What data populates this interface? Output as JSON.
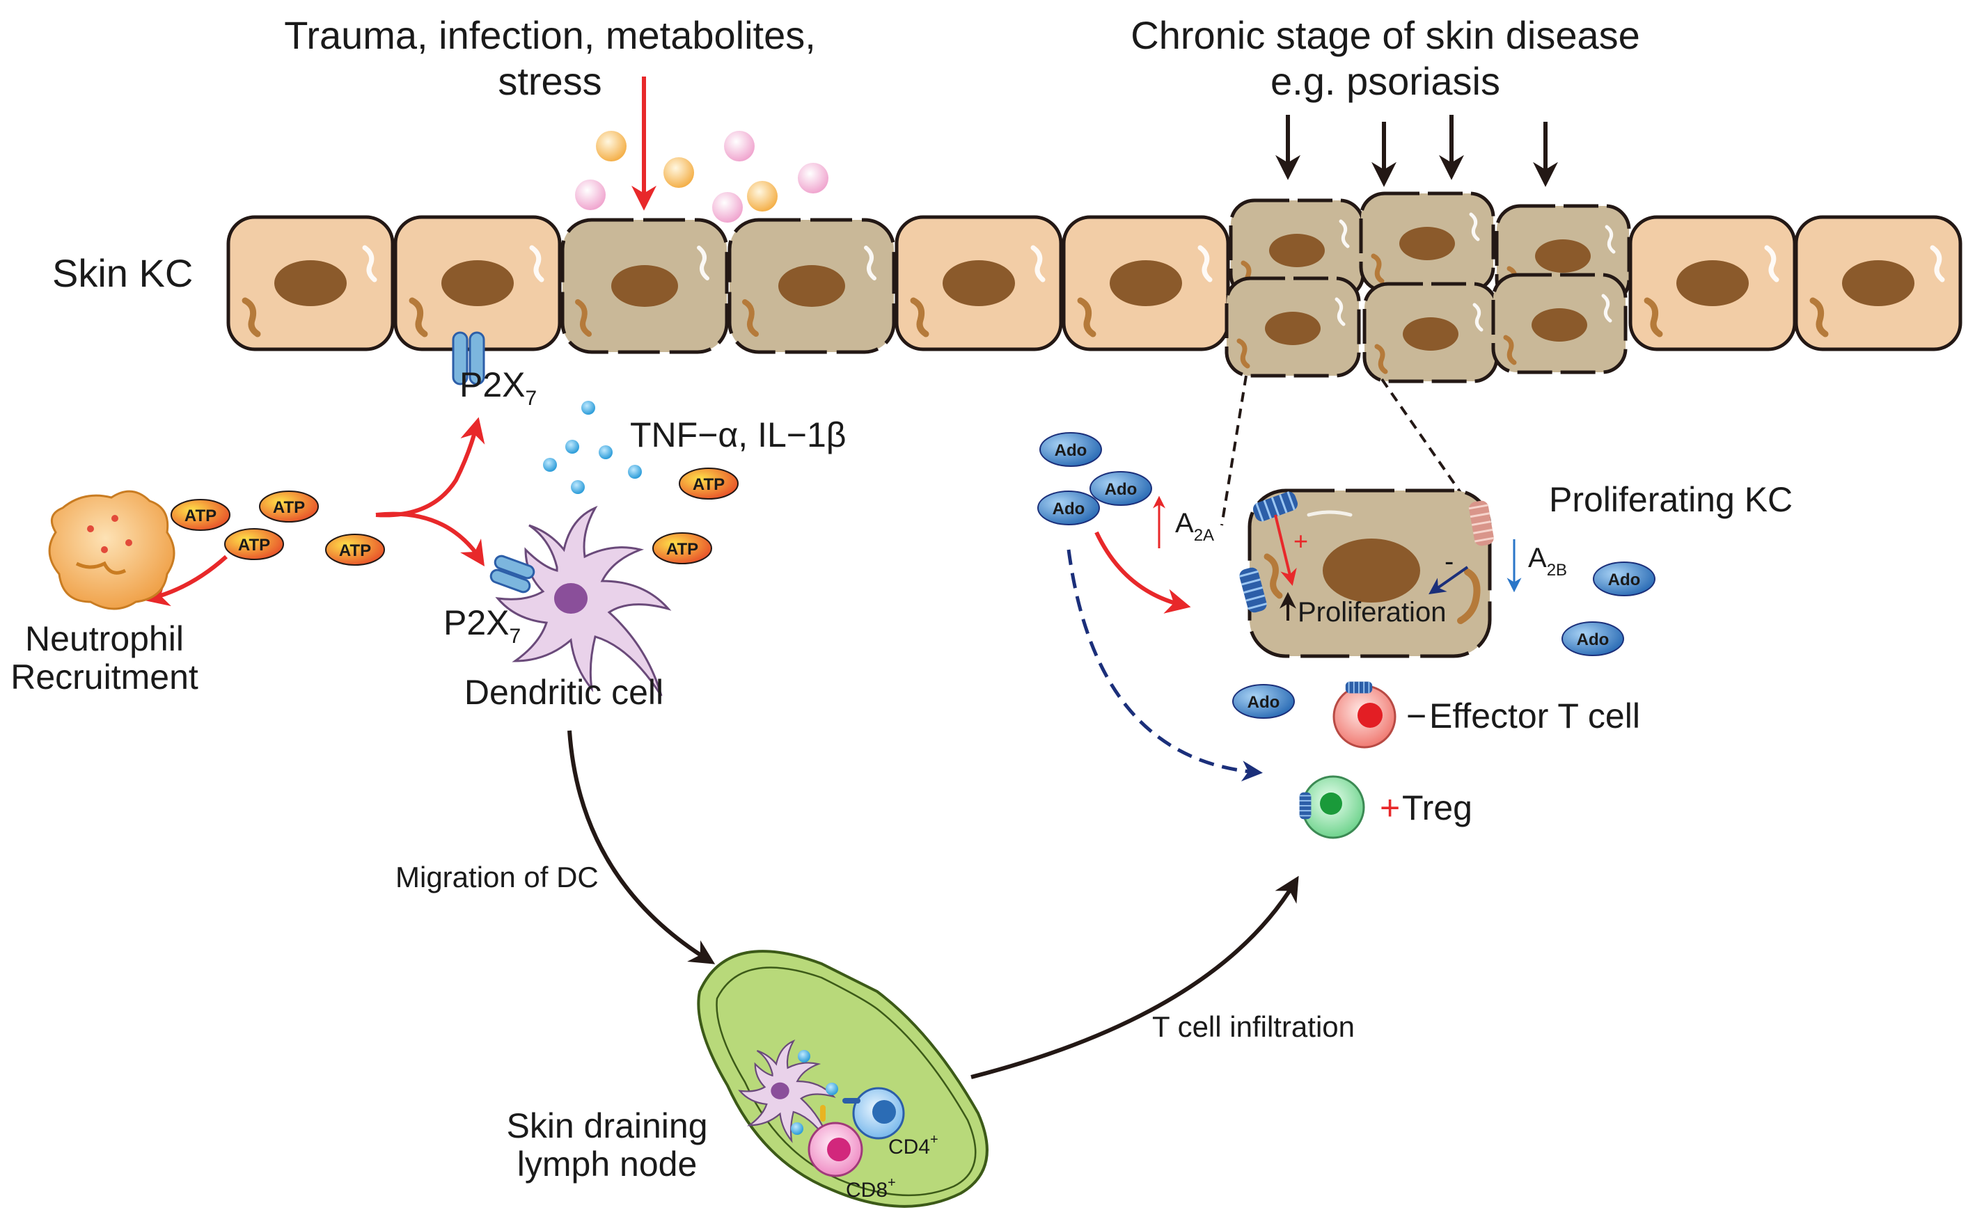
{
  "top": {
    "trauma_line1": "Trauma, infection, metabolites,",
    "trauma_line2": "stress",
    "chronic_line1": "Chronic stage of skin disease",
    "chronic_line2": "e.g. psoriasis"
  },
  "labels": {
    "skin_kc": "Skin KC",
    "p2x7_kc": "P2X",
    "p2x7_kc_sub": "7",
    "p2x7_dc": "P2X",
    "p2x7_dc_sub": "7",
    "cytokines": "TNF−α, IL−1β",
    "atp": "ATP",
    "neutrophil_line1": "Neutrophil",
    "neutrophil_line2": "Recruitment",
    "dendritic_cell": "Dendritic cell",
    "migration": "Migration of DC",
    "lymph_line1": "Skin draining",
    "lymph_line2": "lymph node",
    "cd4": "CD4",
    "cd4_sup": "+",
    "cd8": "CD8",
    "cd8_sup": "+",
    "t_infiltration": "T cell infiltration",
    "ado": "Ado",
    "a2a": "A",
    "a2a_sub": "2A",
    "a2b": "A",
    "a2b_sub": "2B",
    "proliferating_kc": "Proliferating KC",
    "proliferation": "Proliferation",
    "plus": "+",
    "minus": "-",
    "effector_t": "Effector T cell",
    "effector_sign": "−",
    "treg": "Treg",
    "treg_sign": "+"
  },
  "colors": {
    "healthy_cell": "#f2cda6",
    "stressed_cell": "#c9b898",
    "nucleus": "#8b5a2b",
    "red_arrow": "#e8282a",
    "navy_arrow": "#1b2f7a",
    "black_arrow": "#231815",
    "ado_fill": "#3d7cc0",
    "atp_fill": "#f0a020",
    "lymph_fill": "#b8d97a",
    "receptor_blue": "#2c5ea8",
    "receptor_pink": "#d9958a"
  }
}
